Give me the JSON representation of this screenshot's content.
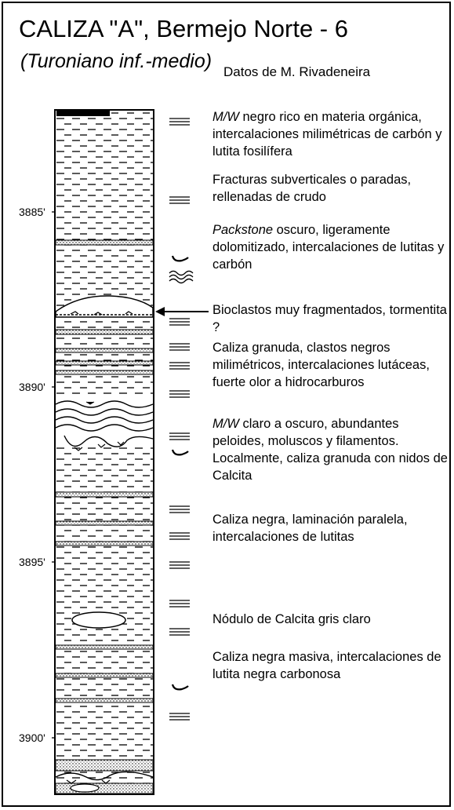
{
  "header": {
    "title": "CALIZA \"A\", Bermejo Norte - 6",
    "subtitle": "(Turoniano inf.-medio)",
    "credit": "Datos de M. Rivadeneira"
  },
  "depths": [
    "3885'",
    "3890'",
    "3895'",
    "3900'"
  ],
  "descriptions": [
    {
      "italic": "M/W",
      "text": " negro rico en materia orgánica, intercalaciones milimétricas de carbón y lutita fosilífera"
    },
    {
      "italic": "",
      "text": "Fracturas subverticales o paradas, rellenadas de crudo"
    },
    {
      "italic": "Packstone",
      "text": " oscuro, ligeramente dolomitizado, intercalaciones de lutitas y carbón"
    },
    {
      "italic": "",
      "text": "Bioclastos muy fragmentados, tormentita ?"
    },
    {
      "italic": "",
      "text": "Caliza granuda, clastos negros milimétricos, intercalaciones lutáceas, fuerte olor a hidrocarburos"
    },
    {
      "italic": "M/W",
      "text": " claro a oscuro, abundantes peloides, moluscos y filamentos. Localmente, caliza granuda con nidos de Calcita"
    },
    {
      "italic": "",
      "text": "Caliza negra, laminación paralela, intercalaciones de lutitas"
    },
    {
      "italic": "",
      "text": "Nódulo de Calcita gris claro"
    },
    {
      "italic": "",
      "text": "Caliza negra masiva, intercalaciones de lutita negra carbonosa"
    }
  ],
  "symbols": [
    "parallel-lamination-icon",
    "bivalve-shell-icon",
    "wavy-lamination-icon",
    "arrow-icon"
  ]
}
